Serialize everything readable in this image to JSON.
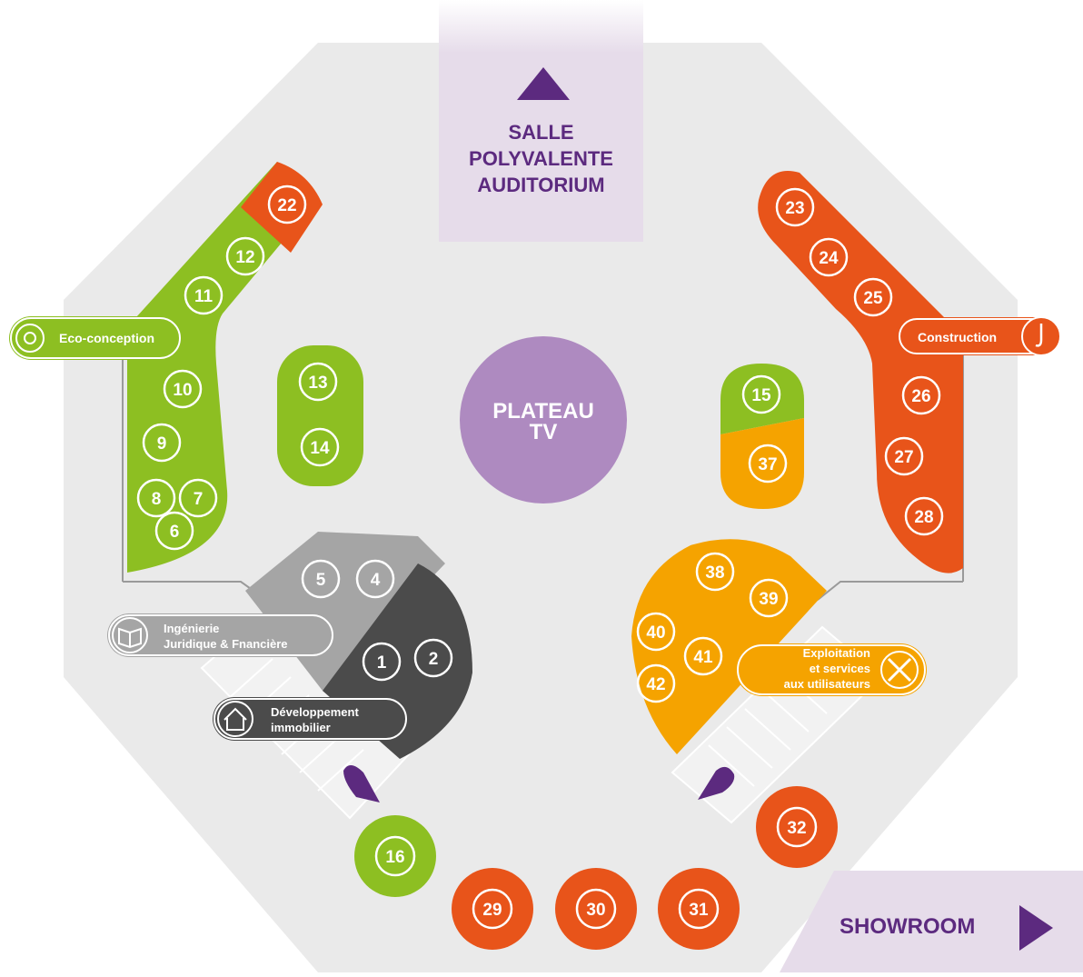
{
  "colors": {
    "green": "#8dbf22",
    "orange": "#e8541a",
    "amber": "#f5a300",
    "purple": "#5c2a7f",
    "lilac": "#ae8ac0",
    "floor": "#eaeaea",
    "dark_gray": "#4b4b4b",
    "mid_gray": "#a5a5a5"
  },
  "rooms": {
    "salle": [
      "SALLE",
      "POLYVALENTE",
      "AUDITORIUM"
    ],
    "plateau": [
      "PLATEAU",
      "TV"
    ],
    "showroom": "SHOWROOM"
  },
  "labels": {
    "eco": "Eco-conception",
    "construction": "Construction",
    "ingenierie": [
      "Ingénierie",
      "Juridique & Fnancière"
    ],
    "developpement": [
      "Développement",
      "immobilier"
    ],
    "exploitation": [
      "Exploitation",
      "et services",
      "aux utilisateurs"
    ]
  },
  "icons": {
    "eco": "eco-cycle-icon",
    "construction": "crane-hook-icon",
    "ingenierie": "book-icon",
    "developpement": "house-icon",
    "exploitation": "tools-icon"
  },
  "booths": [
    {
      "n": "1",
      "zone": "developpement"
    },
    {
      "n": "2",
      "zone": "developpement"
    },
    {
      "n": "4",
      "zone": "ingenierie"
    },
    {
      "n": "5",
      "zone": "ingenierie"
    },
    {
      "n": "6",
      "zone": "eco"
    },
    {
      "n": "7",
      "zone": "eco"
    },
    {
      "n": "8",
      "zone": "eco"
    },
    {
      "n": "9",
      "zone": "eco"
    },
    {
      "n": "10",
      "zone": "eco"
    },
    {
      "n": "11",
      "zone": "eco"
    },
    {
      "n": "12",
      "zone": "eco"
    },
    {
      "n": "13",
      "zone": "eco"
    },
    {
      "n": "14",
      "zone": "eco"
    },
    {
      "n": "15",
      "zone": "eco"
    },
    {
      "n": "16",
      "zone": "eco"
    },
    {
      "n": "22",
      "zone": "construction"
    },
    {
      "n": "23",
      "zone": "construction"
    },
    {
      "n": "24",
      "zone": "construction"
    },
    {
      "n": "25",
      "zone": "construction"
    },
    {
      "n": "26",
      "zone": "construction"
    },
    {
      "n": "27",
      "zone": "construction"
    },
    {
      "n": "28",
      "zone": "construction"
    },
    {
      "n": "29",
      "zone": "construction"
    },
    {
      "n": "30",
      "zone": "construction"
    },
    {
      "n": "31",
      "zone": "construction"
    },
    {
      "n": "32",
      "zone": "construction"
    },
    {
      "n": "37",
      "zone": "exploitation"
    },
    {
      "n": "38",
      "zone": "exploitation"
    },
    {
      "n": "39",
      "zone": "exploitation"
    },
    {
      "n": "40",
      "zone": "exploitation"
    },
    {
      "n": "41",
      "zone": "exploitation"
    },
    {
      "n": "42",
      "zone": "exploitation"
    }
  ]
}
